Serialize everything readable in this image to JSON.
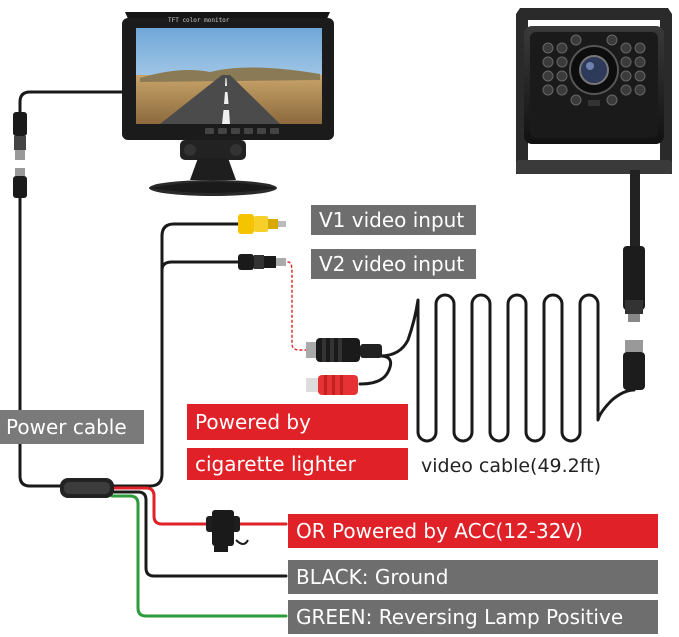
{
  "screen_title": "TFT color monitor",
  "labels": {
    "v1": "V1 video input",
    "v2": "V2 video input",
    "power_cable": "Power cable",
    "powered_by": "Powered by",
    "cigarette_lighter": "cigarette lighter",
    "video_cable": "video cable(49.2ft)",
    "acc": "OR Powered by ACC(12-32V)",
    "black": "BLACK: Ground",
    "green": "GREEN: Reversing Lamp Positive"
  },
  "colors": {
    "label_gray": "#6e6e6e",
    "label_red": "#e02127",
    "wire_black": "#1a1a1a",
    "wire_red": "#e02127",
    "wire_green": "#2e9b3a",
    "rca_yellow": "#f5c400",
    "rca_red": "#e63232"
  }
}
